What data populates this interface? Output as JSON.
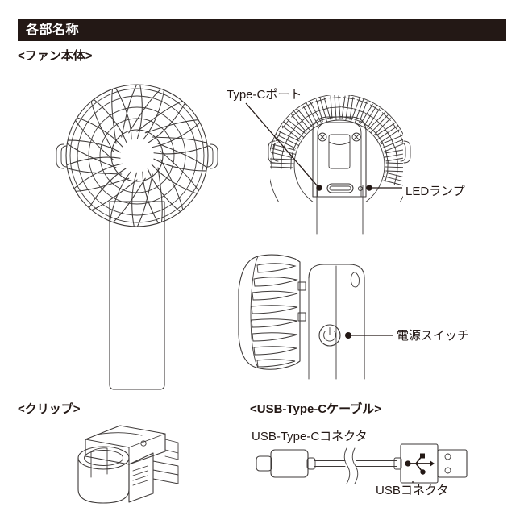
{
  "header": {
    "title": "各部名称"
  },
  "sections": {
    "fan_body": "<ファン本体>",
    "clip": "<クリップ>",
    "cable": "<USB-Type-Cケーブル>"
  },
  "callouts": {
    "type_c_port": "Type-Cポート",
    "led_lamp": "LEDランプ",
    "power_switch": "電源スイッチ",
    "usb_type_c_connector": "USB-Type-Cコネクタ",
    "usb_connector": "USBコネクタ"
  },
  "icons": {
    "power_symbol": "power-icon",
    "usb_trident": "usb-logo-icon"
  },
  "colors": {
    "header_background": "#231815",
    "header_text": "#ffffff",
    "line_art": "#3e3a39",
    "body_text": "#231815",
    "page_background": "#ffffff"
  }
}
